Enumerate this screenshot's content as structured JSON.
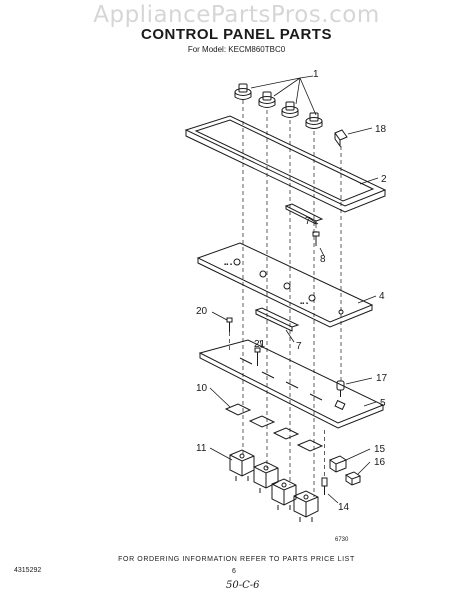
{
  "watermark": "AppliancePartsPros.com",
  "header": {
    "title": "CONTROL PANEL PARTS",
    "subtitle": "For Model: KECM860TBC0"
  },
  "callouts": {
    "c1": "1",
    "c2": "2",
    "c4": "4",
    "c5": "5",
    "c7a": "7",
    "c7b": "7",
    "c8": "8",
    "c10": "10",
    "c11": "11",
    "c14": "14",
    "c15": "15",
    "c16": "16",
    "c17": "17",
    "c18": "18",
    "c20": "20",
    "c21": "21"
  },
  "figure_code": "6730",
  "footer": {
    "order_info": "FOR ORDERING INFORMATION REFER TO PARTS PRICE LIST",
    "part_number": "4315292",
    "page": "6",
    "handwritten": "50-C-6"
  },
  "colors": {
    "ink": "#1a1a1a",
    "watermark": "#d6d6d6"
  }
}
